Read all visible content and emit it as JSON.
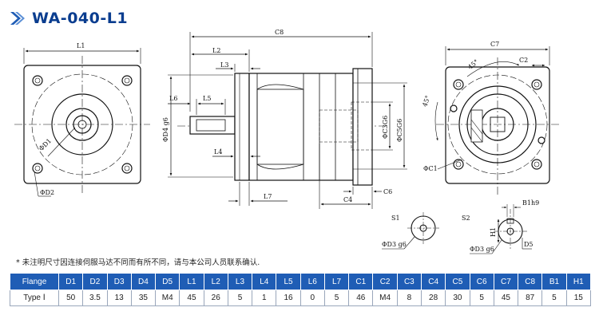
{
  "page": {
    "title": "WA-040-L1",
    "note": "* 未注明尺寸因连接伺服马达不同而有所不同，请与本公司人员联系确认.",
    "accent_color": "#1f5db5",
    "title_color": "#0a3d8f",
    "title_icon": "arrow-right-icon"
  },
  "drawing": {
    "front": {
      "l1": "L1",
      "d1": "ΦD1",
      "d2": "ΦD2"
    },
    "side": {
      "c8": "C8",
      "l2": "L2",
      "l3": "L3",
      "l6": "L6",
      "l5": "L5",
      "d4": "ΦD4 g6",
      "l4": "L4",
      "l7": "L7",
      "c4": "C4",
      "c6": "C6",
      "c3": "ΦC3G6",
      "c5": "ΦC5G6"
    },
    "back": {
      "c7": "C7",
      "c2": "C2",
      "ang1": "45°",
      "ang2": "45°",
      "c1": "ΦC1"
    },
    "s1": {
      "label": "S1",
      "d3": "ΦD3 g6"
    },
    "s2": {
      "label": "S2",
      "b1": "B1h9",
      "h1": "H1",
      "d5": "D5",
      "d3": "ΦD3 g6"
    }
  },
  "table": {
    "headers": [
      "Flange",
      "D1",
      "D2",
      "D3",
      "D4",
      "D5",
      "L1",
      "L2",
      "L3",
      "L4",
      "L5",
      "L6",
      "L7",
      "C1",
      "C2",
      "C3",
      "C4",
      "C5",
      "C6",
      "C7",
      "C8",
      "B1",
      "H1"
    ],
    "rows": [
      [
        "Type Ⅰ",
        "50",
        "3.5",
        "13",
        "35",
        "M4",
        "45",
        "26",
        "5",
        "1",
        "16",
        "0",
        "5",
        "46",
        "M4",
        "8",
        "28",
        "30",
        "5",
        "45",
        "87",
        "5",
        "15"
      ]
    ]
  }
}
